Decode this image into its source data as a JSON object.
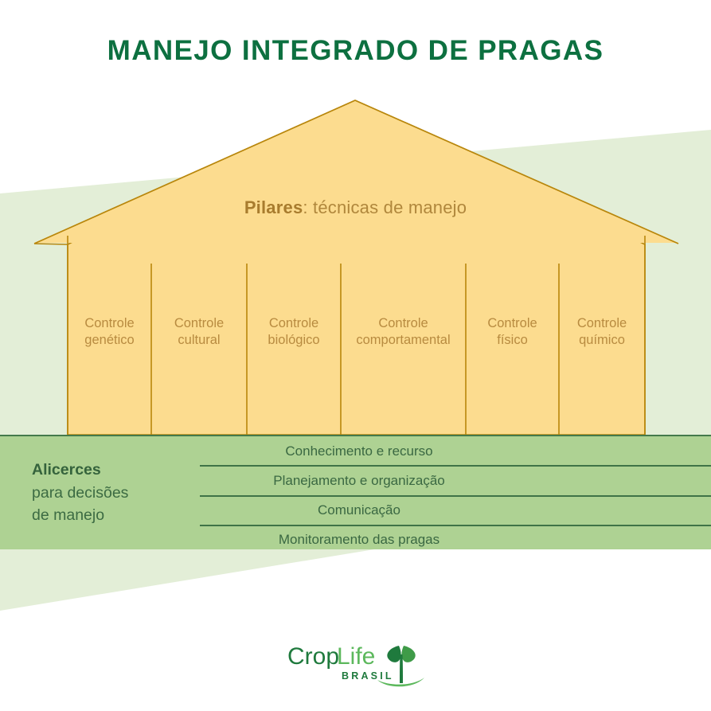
{
  "page": {
    "title": "MANEJO INTEGRADO DE PRAGAS",
    "background_color": "#ffffff",
    "accent_green": "#0d7040",
    "band_green": "#aed293",
    "pale_green": "#e3eed7",
    "roof_fill": "#fcdc8f",
    "pillar_fill": "#fcdd92",
    "outline_gold": "#b8860b"
  },
  "roof": {
    "caption_strong": "Pilares",
    "caption_rest": ": técnicas de manejo"
  },
  "pillars": [
    {
      "line1": "Controle",
      "line2": "genético"
    },
    {
      "line1": "Controle",
      "line2": "cultural"
    },
    {
      "line1": "Controle",
      "line2": "biológico"
    },
    {
      "line1": "Controle",
      "line2": "comportamental"
    },
    {
      "line1": "Controle",
      "line2": "físico"
    },
    {
      "line1": "Controle",
      "line2": "químico"
    }
  ],
  "foundation": {
    "title_strong": "Alicerces",
    "title_line2": "para decisões",
    "title_line3": "de manejo",
    "items": [
      "Conhecimento e recurso",
      "Planejamento e organização",
      "Comunicação",
      "Monitoramento das pragas"
    ]
  },
  "logo": {
    "brand_part1": "Crop",
    "brand_part2": "Life",
    "brand_sub": "BRASIL",
    "color_dark": "#1f7a3d",
    "color_light": "#5cb85c",
    "icon": "sprout-icon"
  }
}
